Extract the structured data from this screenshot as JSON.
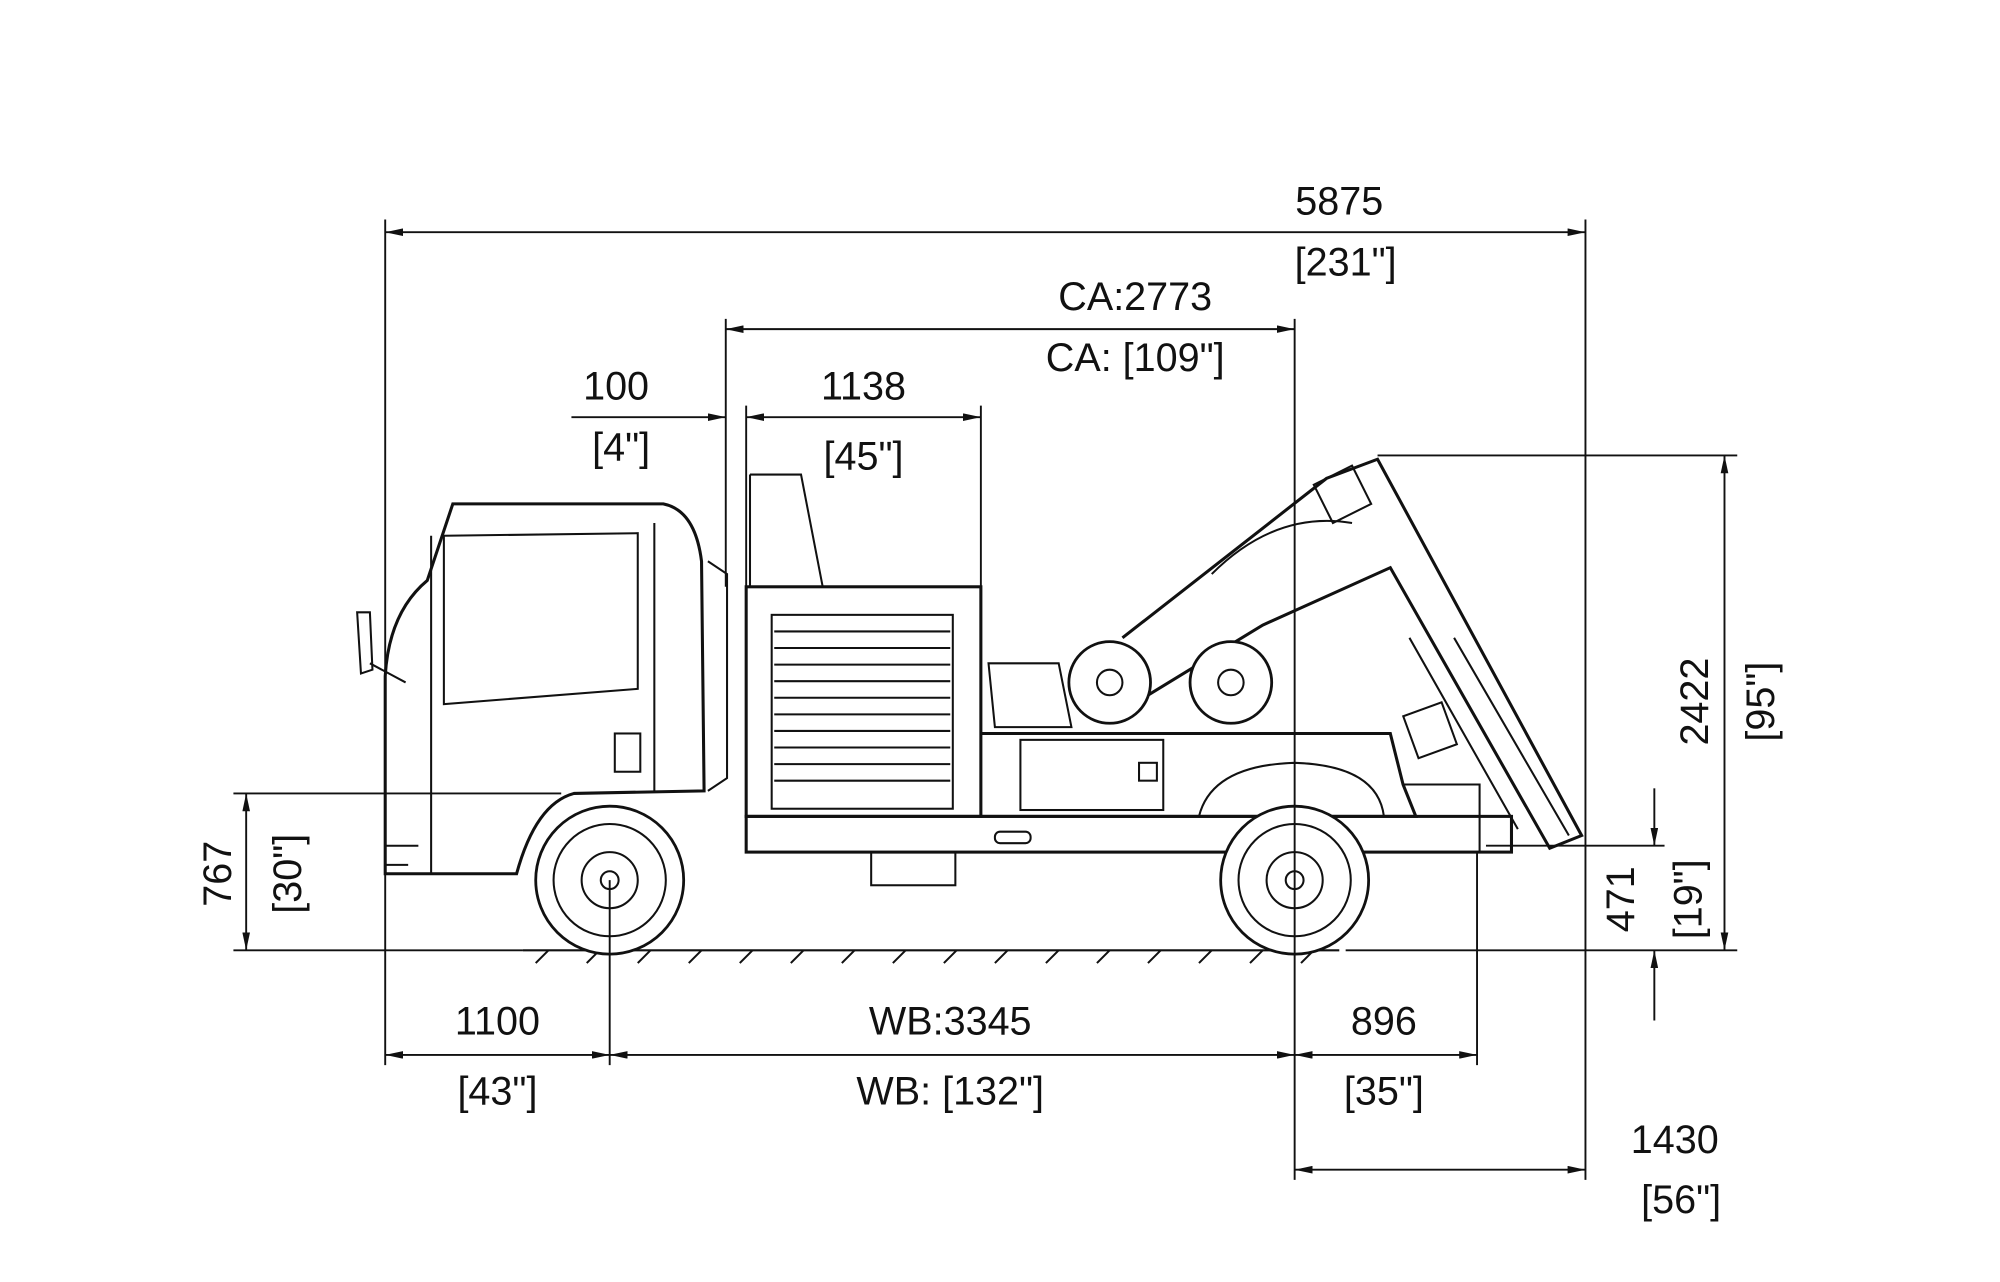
{
  "dimensions": {
    "overall_length": {
      "mm": "5875",
      "in": "[231\"]"
    },
    "cab_to_axle": {
      "mm": "CA:2773",
      "in": "CA: [109\"]"
    },
    "cab_gap": {
      "mm": "100",
      "in": "[4\"]"
    },
    "toolbox_length": {
      "mm": "1138",
      "in": "[45\"]"
    },
    "front_overhang": {
      "mm": "1100",
      "in": "[43\"]"
    },
    "wheelbase": {
      "mm": "WB:3345",
      "in": "WB: [132\"]"
    },
    "rear_overhang": {
      "mm": "896",
      "in": "[35\"]"
    },
    "rear_to_arm": {
      "mm": "1430",
      "in": "[56\"]"
    },
    "frame_height": {
      "mm": "767",
      "in": "[30\"]"
    },
    "overall_height": {
      "mm": "2422",
      "in": "[95\"]"
    },
    "arm_ground_clearance": {
      "mm": "471",
      "in": "[19\"]"
    }
  }
}
